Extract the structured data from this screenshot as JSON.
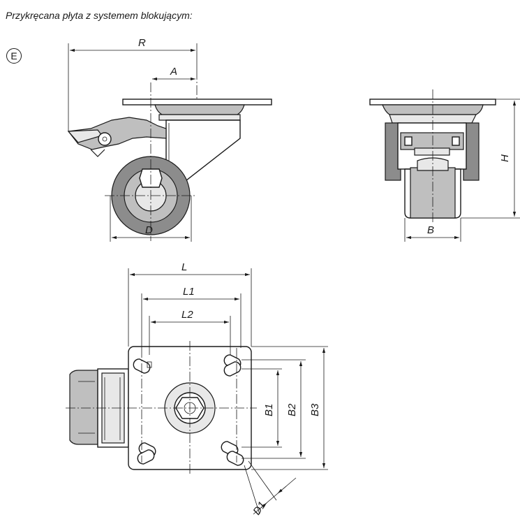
{
  "caption": "Przykręcana płyta z systemem blokującym:",
  "variant": "E",
  "dimensions": {
    "R": "R",
    "A": "A",
    "D": "D",
    "B": "B",
    "H": "H",
    "L": "L",
    "L1": "L1",
    "L2": "L2",
    "B1": "B1",
    "B2": "B2",
    "B3": "B3",
    "D1": "D1"
  }
}
